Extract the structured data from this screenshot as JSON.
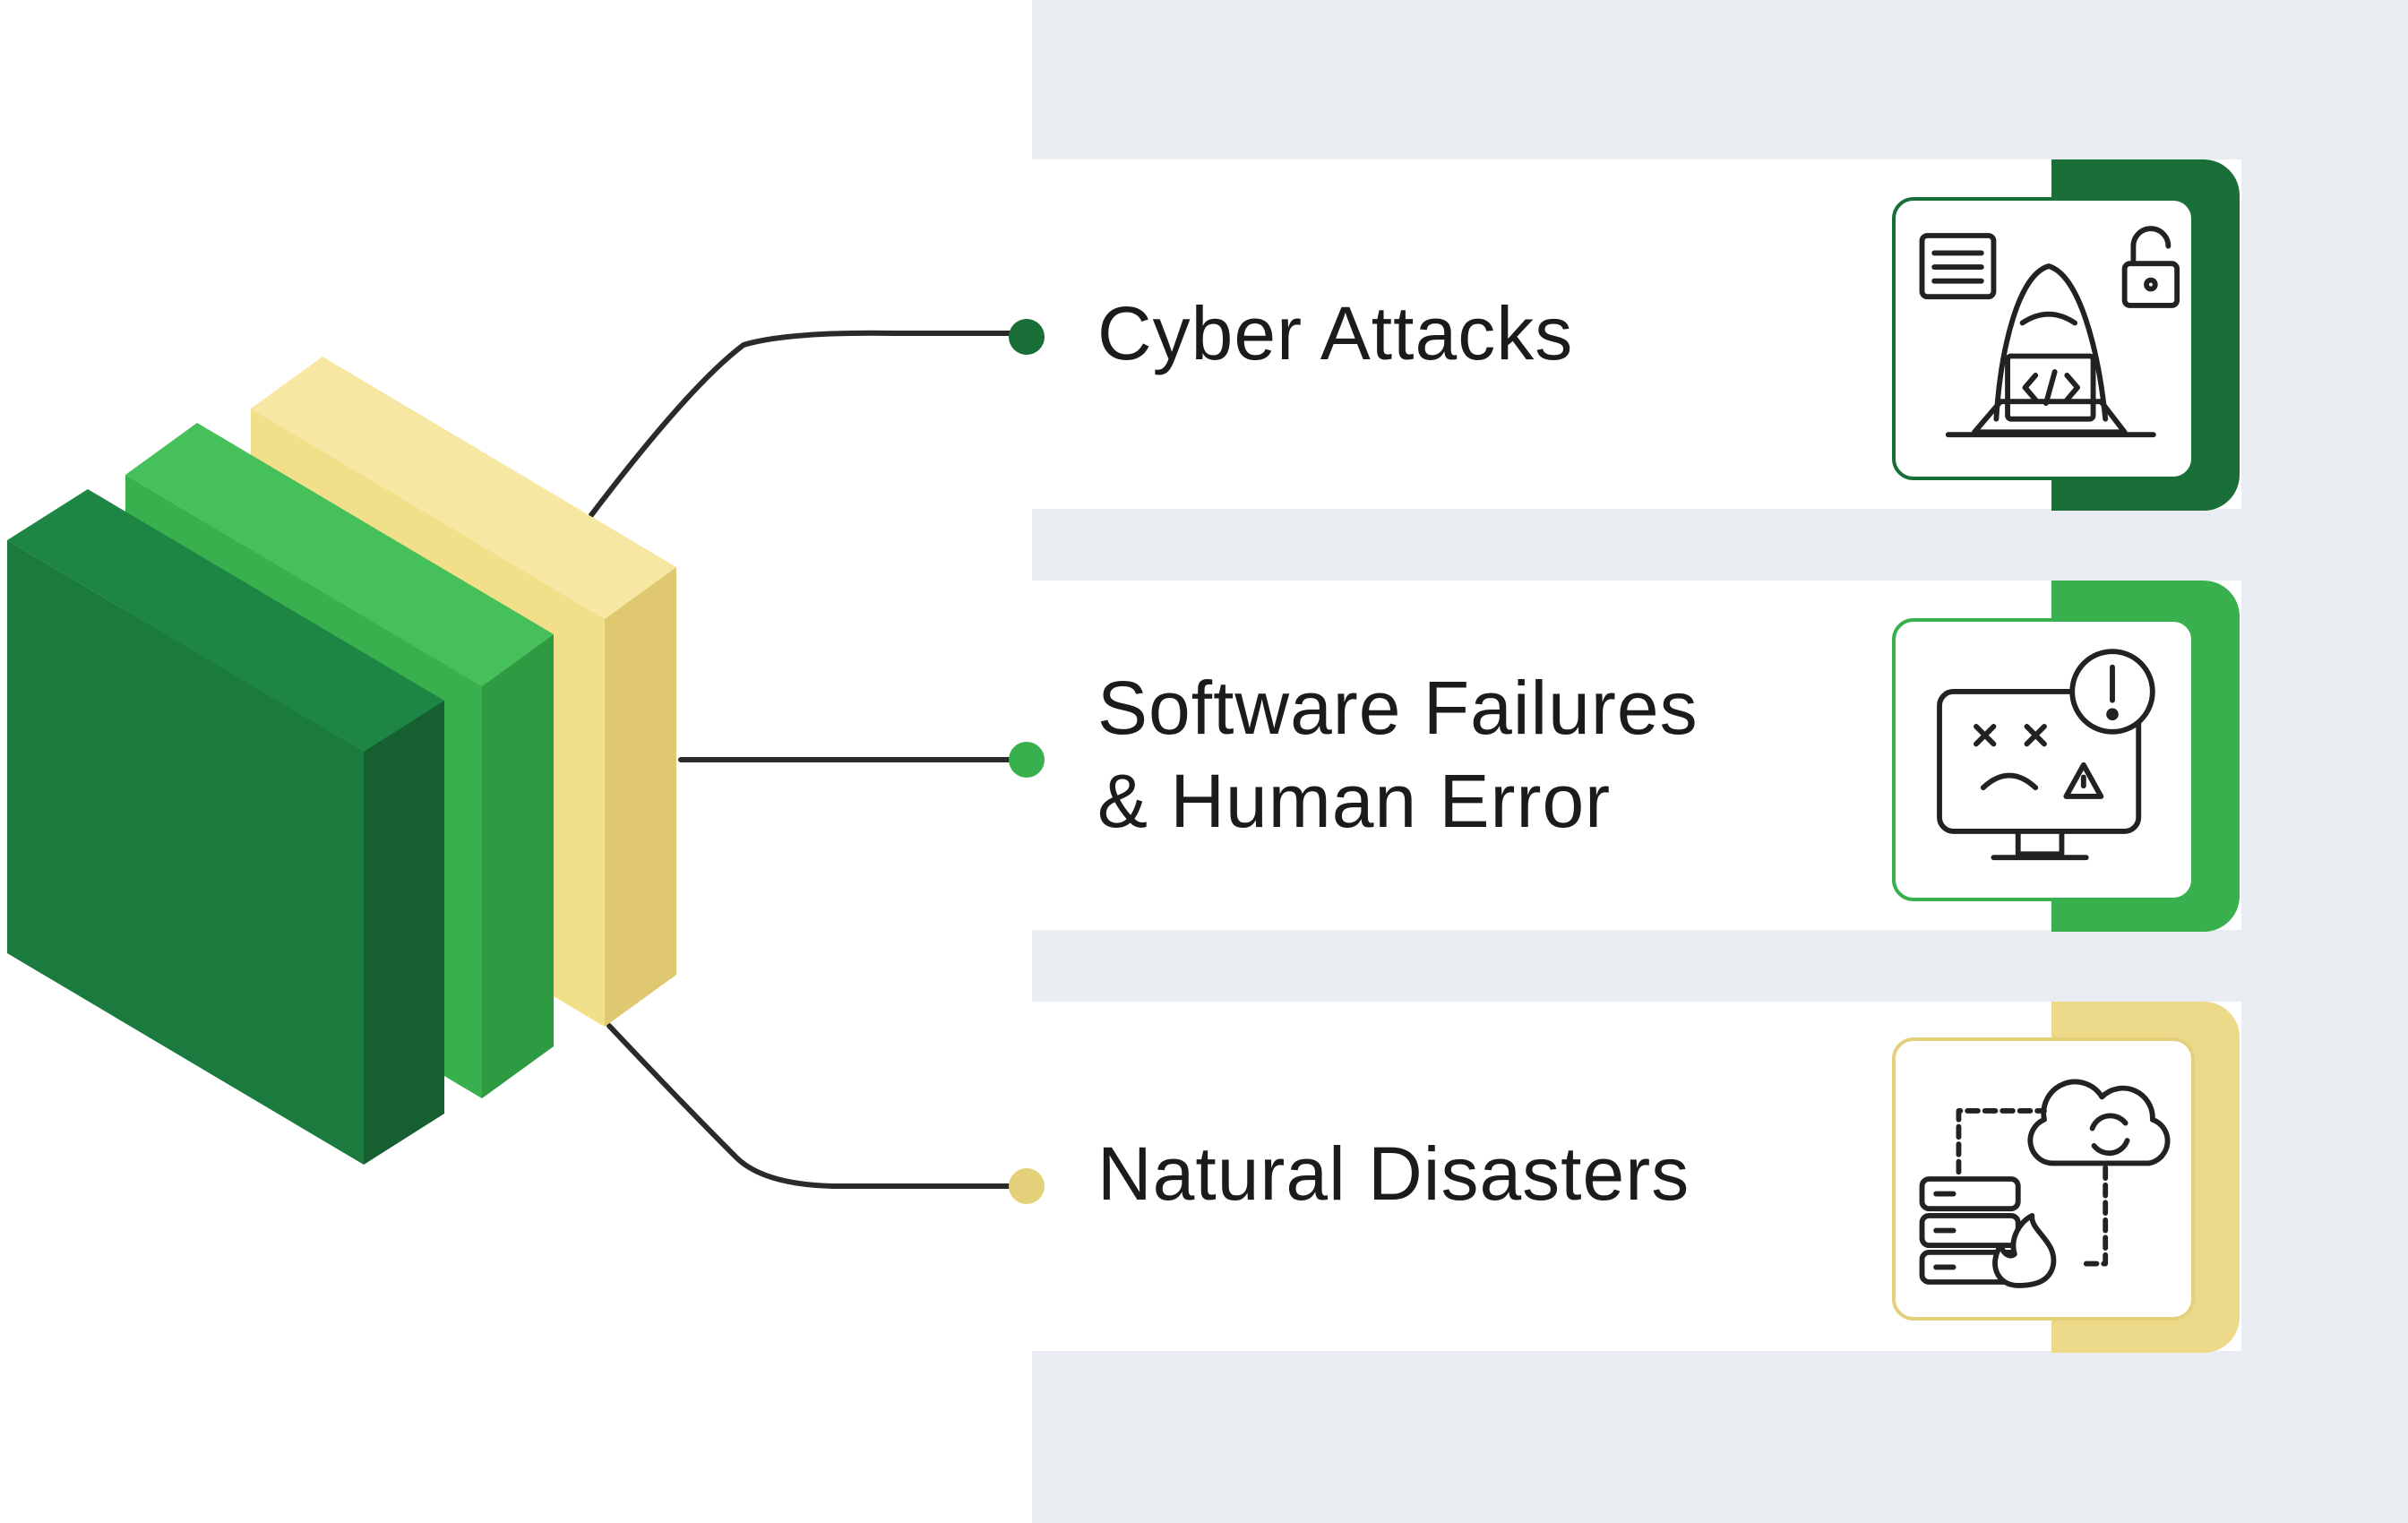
{
  "items": [
    {
      "label_lines": [
        "Cyber Attacks"
      ],
      "icon": "hacker-laptop-icon",
      "accent": "#1a6e37",
      "dot": "#1a6e37"
    },
    {
      "label_lines": [
        "Software Failures",
        "& Human Error"
      ],
      "icon": "error-monitor-icon",
      "accent": "#38b04d",
      "dot": "#38b04d"
    },
    {
      "label_lines": [
        "Natural Disasters"
      ],
      "icon": "server-fire-cloud-icon",
      "accent": "#ecd98a",
      "dot": "#e4cf7b"
    }
  ],
  "colors": {
    "dark_green": "#1b7a3e",
    "mid_green": "#38b04d",
    "sand": "#f2df8a",
    "panel_bg": "#e9edf1"
  }
}
